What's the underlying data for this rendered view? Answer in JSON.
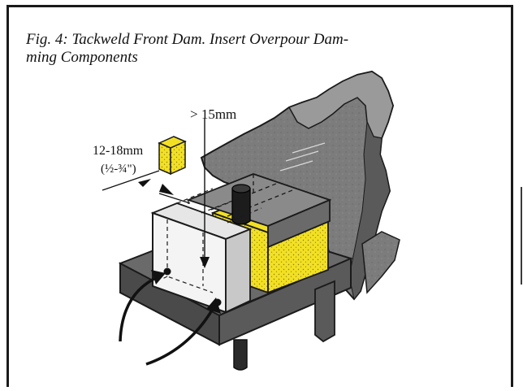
{
  "figure": {
    "caption_line1": "Fig. 4: Tackweld Front Dam. Insert Overpour Dam-",
    "caption_line2": "ming Components"
  },
  "dimensions": {
    "gap": "> 15mm",
    "width": "12-18mm",
    "width_imperial": "(½-¾\")"
  },
  "colors": {
    "steel_dark": "#5a5a5a",
    "steel_mid": "#7c7c7c",
    "steel_light": "#9a9a9a",
    "foam_yellow": "#f2e024",
    "dam_plate": "#f4f4f4",
    "ink": "#111111"
  }
}
